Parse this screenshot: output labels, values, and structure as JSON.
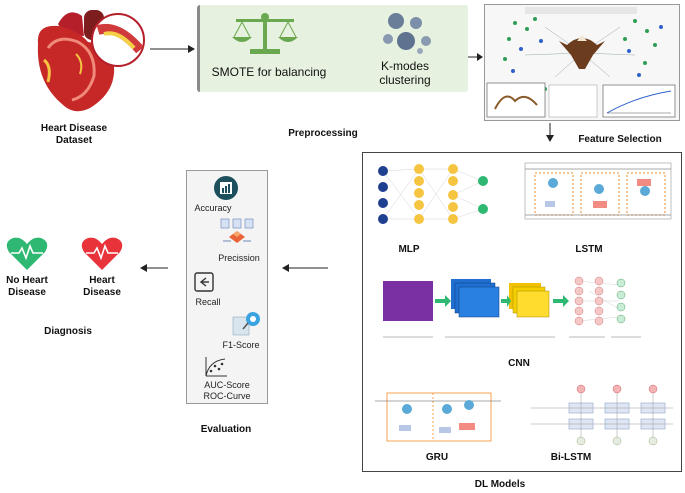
{
  "dataset": {
    "label_line1": "Heart Disease",
    "label_line2": "Dataset"
  },
  "preprocessing": {
    "step_label": "Preprocessing",
    "smote_label": "SMOTE for balancing",
    "kmodes_line1": "K-modes",
    "kmodes_line2": "clustering"
  },
  "feature_selection": {
    "step_label": "Feature Selection"
  },
  "dl_models": {
    "step_label": "DL Models",
    "mlp": "MLP",
    "lstm": "LSTM",
    "cnn": "CNN",
    "gru": "GRU",
    "bilstm": "Bi-LSTM"
  },
  "evaluation": {
    "step_label": "Evaluation",
    "accuracy": "Accuracy",
    "precision": "Precission",
    "recall": "Recall",
    "f1": "F1-Score",
    "auc": "AUC-Score",
    "roc": "ROC-Curve"
  },
  "diagnosis": {
    "step_label": "Diagnosis",
    "no_heart_line1": "No Heart",
    "no_heart_line2": "Disease",
    "heart_line1": "Heart",
    "heart_line2": "Disease"
  },
  "colors": {
    "prep_bg": "#e6f1df",
    "prep_icon": "#6aa84f",
    "no_disease_heart": "#2eb872",
    "disease_heart": "#e8333a",
    "cnn_input": "#7a2fa3",
    "cnn_conv": "#1f6fd1",
    "cnn_pool": "#f2c200",
    "cnn_dense": "#2eb872"
  }
}
